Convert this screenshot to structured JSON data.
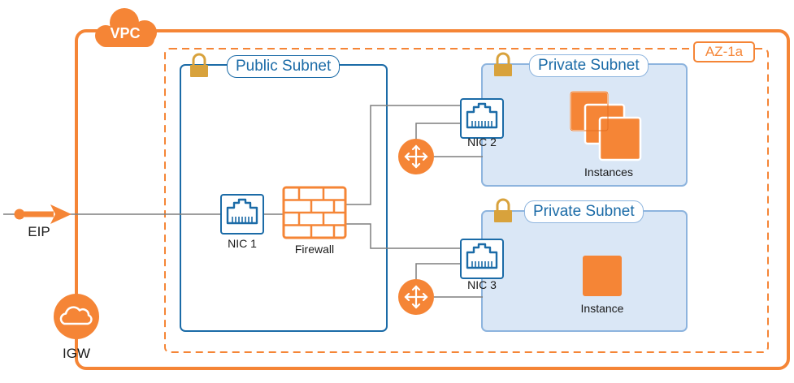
{
  "vpc": {
    "label": "VPC"
  },
  "az": {
    "label": "AZ-1a"
  },
  "public_subnet": {
    "label": "Public Subnet"
  },
  "private_subnet_1": {
    "label": "Private Subnet",
    "resource_label": "Instances"
  },
  "private_subnet_2": {
    "label": "Private Subnet",
    "resource_label": "Instance"
  },
  "eip": {
    "label": "EIP"
  },
  "igw": {
    "label": "IGW"
  },
  "nic1": {
    "label": "NIC 1"
  },
  "nic2": {
    "label": "NIC 2"
  },
  "nic3": {
    "label": "NIC 3"
  },
  "firewall": {
    "label": "Firewall"
  },
  "colors": {
    "aws_orange": "#F58536",
    "vpc_border": "#F58536",
    "subnet_blue": "#1B6BA7",
    "private_fill": "#DAE7F6",
    "private_border": "#8DB4DE",
    "lock_gold": "#D8A23C",
    "line_gray": "#7F7F7F"
  },
  "icons": {
    "vpc": "cloud-icon",
    "igw": "cloud-icon",
    "nic": "network-interface-icon",
    "firewall": "brick-wall-icon",
    "router": "router-icon",
    "instance": "instance-icon",
    "lock": "lock-icon"
  }
}
